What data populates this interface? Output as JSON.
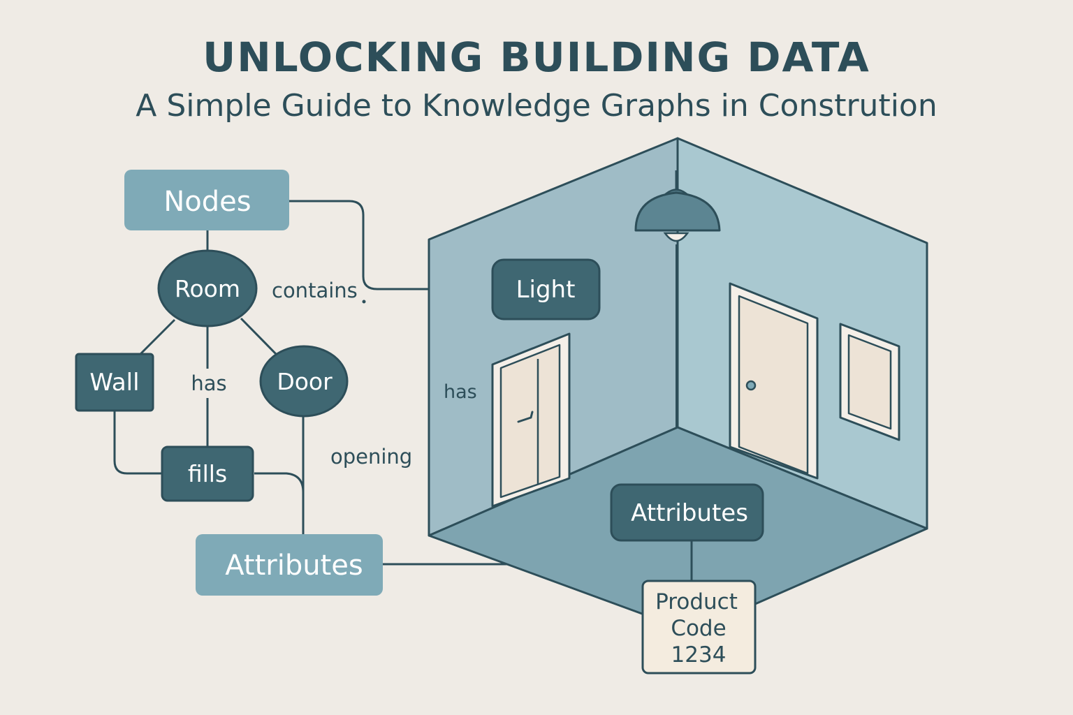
{
  "header": {
    "title": "UNLOCKING BUILDING DATA",
    "subtitle": "A Simple Guide to Knowledge Graphs in Constrution"
  },
  "graph": {
    "nodes_label": "Nodes",
    "room_label": "Room",
    "wall_label": "Wall",
    "door_label": "Door",
    "fills_label": "fills",
    "attributes_label": "Attributes",
    "edge_contains": "contains",
    "edge_has": "has",
    "edge_opening": "opening"
  },
  "room_scene": {
    "light_label": "Light",
    "has_label": "has",
    "attributes_label": "Attributes",
    "product_code_line1": "Product",
    "product_code_line2": "Code",
    "product_code_line3": "1234"
  },
  "colors": {
    "background": "#efebe5",
    "dark_teal": "#3f6772",
    "light_teal": "#7faab7",
    "outline": "#2d4e59",
    "wall_left": "#9fbcc6",
    "wall_right": "#a9c8d0",
    "floor": "#7ea4b0",
    "door_fill": "#ede3d6"
  }
}
